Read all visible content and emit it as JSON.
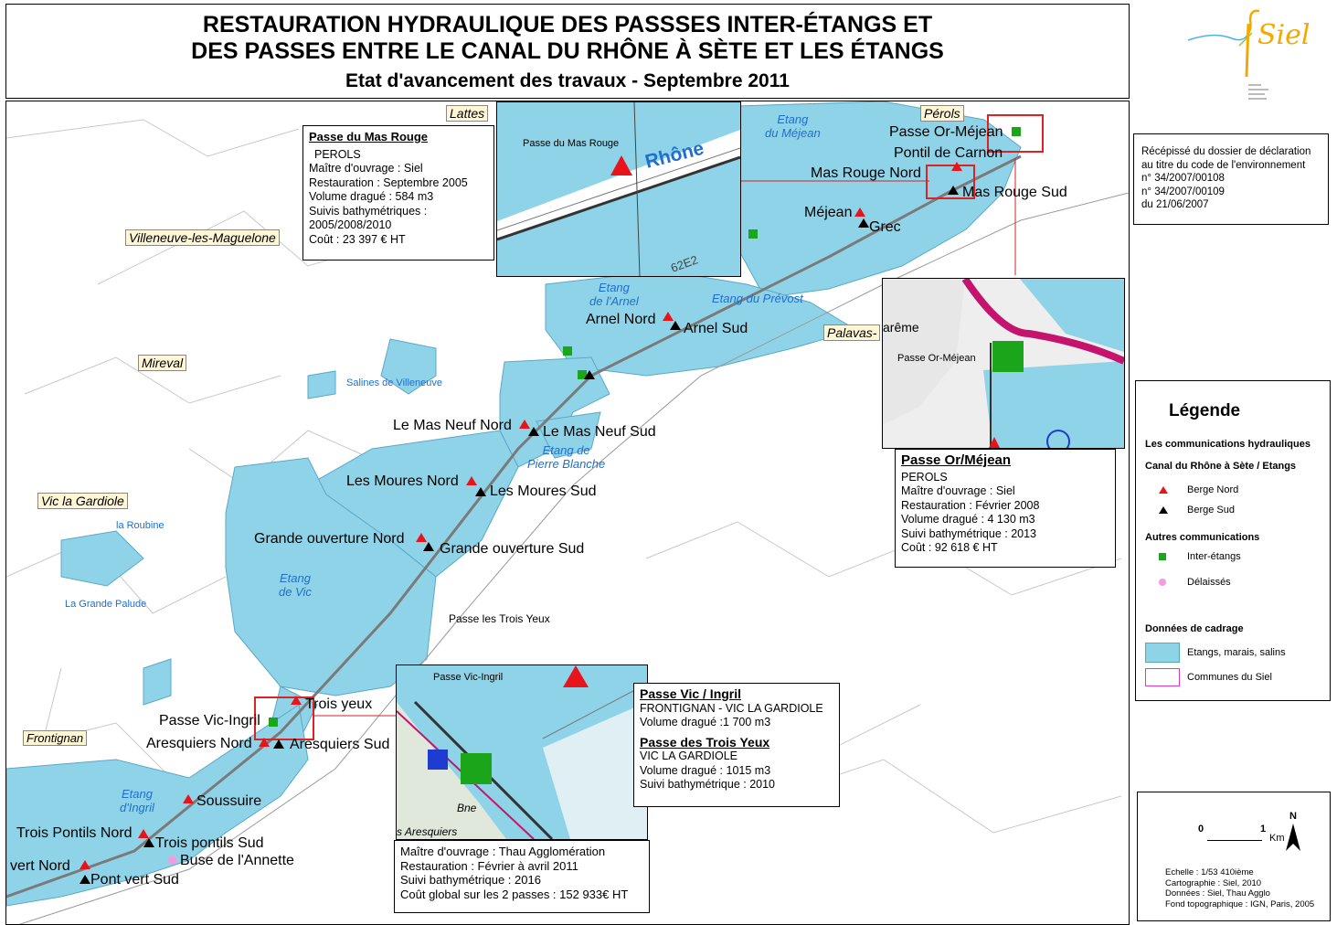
{
  "header": {
    "title_line1": "RESTAURATION HYDRAULIQUE DES PASSSES INTER-ÉTANGS ET",
    "title_line2": "DES PASSES ENTRE LE CANAL DU RHÔNE À SÈTE ET LES ÉTANGS",
    "subtitle": "Etat d'avancement des travaux - Septembre 2011"
  },
  "logo": {
    "text": "Siel"
  },
  "recepisse": {
    "lines": [
      "Récépissé du dossier de déclaration",
      "au titre du code de l'environnement",
      "n° 34/2007/00108",
      "n° 34/2007/00109",
      "du 21/06/2007"
    ]
  },
  "legend": {
    "title": "Légende",
    "sec1": "Les communications hydrauliques",
    "sec1b": "Canal du Rhône à Sète / Etangs",
    "berge_nord": "Berge Nord",
    "berge_sud": "Berge Sud",
    "sec2": "Autres communications",
    "inter_etangs": "Inter-étangs",
    "delaisses": "Délaissés",
    "sec3": "Données de cadrage",
    "etangs": "Etangs, marais, salins",
    "communes": "Communes du Siel",
    "colors": {
      "nord": "#e8141c",
      "sud": "#000000",
      "inter": "#1aa51a",
      "delaisse": "#f09ee0",
      "water": "#8fd3e8",
      "commune": "#d63cc8"
    }
  },
  "scale": {
    "zero": "0",
    "one": "1",
    "unit": "Km",
    "north": "N",
    "lines": [
      "Echelle : 1/53 410ième",
      "Cartographie : Siel, 2010",
      "Données : Siel, Thau Agglo",
      "Fond topographique : IGN, Paris, 2005"
    ]
  },
  "towns": {
    "lattes": "Lattes",
    "perols": "Pérols",
    "villeneuve": "Villeneuve-les-Maguelone",
    "mireval": "Mireval",
    "vic": "Vic la Gardiole",
    "frontignan": "Frontignan",
    "palavas": "Palavas-"
  },
  "water": {
    "mejean": "Etang\ndu Méjean",
    "arnel": "Etang\nde l'Arnel",
    "prevost": "Etang du Prévost",
    "pierre_blanche": "Etang de\nPierre Blanche",
    "vic": "Etang\nde Vic",
    "ingril": "Etang\nd'Ingril",
    "salines": "Salines de Villeneuve",
    "roubine": "la Roubine",
    "grande_palude": "La Grande Palude"
  },
  "passes": {
    "or_mejean": "Passe Or-Méjean",
    "carnon": "Pontil de Carnon",
    "mas_rouge_nord": "Mas Rouge Nord",
    "mas_rouge_sud": "Mas Rouge Sud",
    "mejean": "Méjean",
    "grec": "Grec",
    "arnel_nord": "Arnel Nord",
    "arnel_sud": "Arnel Sud",
    "mas_neuf_nord": "Le Mas Neuf Nord",
    "mas_neuf_sud": "Le Mas Neuf Sud",
    "moures_nord": "Les Moures Nord",
    "moures_sud": "Les Moures Sud",
    "go_nord": "Grande ouverture Nord",
    "go_sud": "Grande ouverture Sud",
    "trois_yeux_label": "Passe les Trois Yeux",
    "trois_yeux": "Trois yeux",
    "vic_ingril": "Passe Vic-Ingril",
    "aresquiers_nord": "Aresquiers Nord",
    "aresquiers_sud": "Aresquiers Sud",
    "soussuire": "Soussuire",
    "trois_pontils_nord": "Trois Pontils Nord",
    "trois_pontils_sud": "Trois pontils Sud",
    "pont_vert_nord": "vert Nord",
    "pont_vert_sud": "Pont vert Sud",
    "annette": "Buse de l'Annette"
  },
  "callouts": {
    "mas_rouge": {
      "title": "Passe du Mas Rouge",
      "lines": [
        "PEROLS",
        "Maître d'ouvrage : Siel",
        "Restauration : Septembre 2005",
        "Volume dragué : 584 m3",
        "Suivis bathymétriques :",
        "2005/2008/2010",
        "Coût : 23 397 € HT"
      ]
    },
    "or_mejean": {
      "title": "Passe Or/Méjean",
      "lines": [
        "PEROLS",
        "Maître d'ouvrage : Siel",
        "Restauration : Février 2008",
        "Volume dragué : 4 130 m3",
        "Suivi bathymétrique : 2013",
        "Coût : 92 618 € HT"
      ]
    },
    "vic_ingril": {
      "title": "Passe Vic / Ingril",
      "lines": [
        "FRONTIGNAN - VIC LA GARDIOLE",
        "Volume dragué :1 700 m3"
      ],
      "title2": "Passe des Trois Yeux",
      "lines2": [
        "VIC LA GARDIOLE",
        "Volume dragué : 1015 m3",
        "Suivi bathymétrique : 2010"
      ]
    },
    "thau": {
      "lines": [
        "Maître d'ouvrage : Thau Agglomération",
        "Restauration : Février à avril 2011",
        "Suivi bathymétrique : 2016",
        "Coût global sur les 2 passes : 152 933€ HT"
      ]
    }
  },
  "insets": {
    "mas_rouge": {
      "label": "Passe du Mas Rouge",
      "river": "Rhône",
      "road": "62E2"
    },
    "or_mejean": {
      "label": "Passe Or-Méjean",
      "place": "arême"
    },
    "vic_ingril": {
      "label": "Passe Vic-Ingril",
      "place1": "Bne",
      "place2": "s Aresquiers"
    }
  }
}
